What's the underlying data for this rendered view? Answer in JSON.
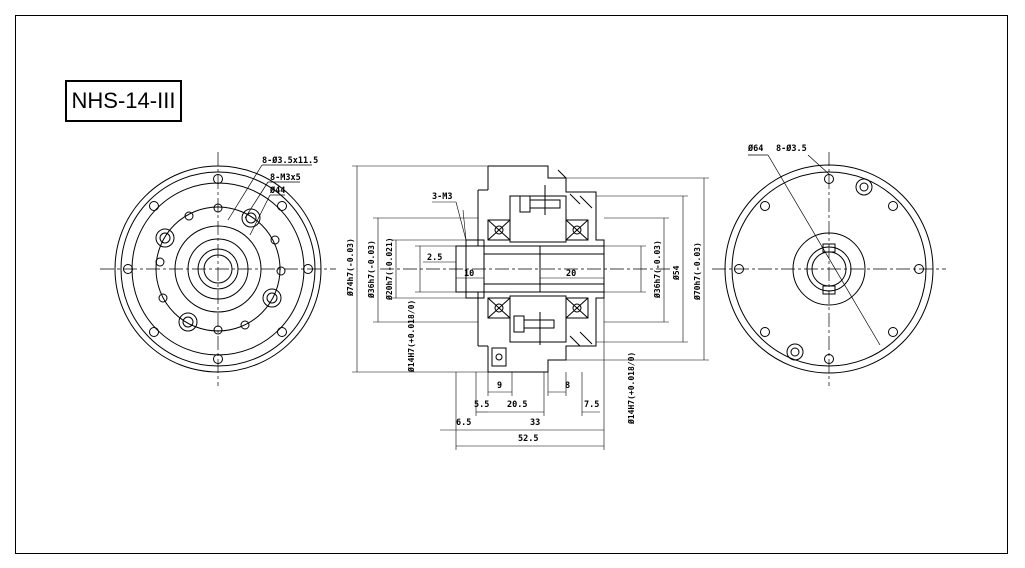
{
  "title": "NHS-14-III",
  "colors": {
    "line": "#000000",
    "background": "#ffffff"
  },
  "left_view": {
    "callouts": [
      "8-Ø3.5x11.5",
      "8-M3x5",
      "Ø44"
    ]
  },
  "right_view": {
    "callouts": [
      "Ø64",
      "8-Ø3.5"
    ]
  },
  "section_view": {
    "callout_thread": "3-M3",
    "dims_vertical_left": [
      "Ø74h7(-0.03)",
      "Ø36h7(-0.03)",
      "Ø20h7(-0.021)",
      "Ø14H7(+0.018/0)"
    ],
    "dims_vertical_right": [
      "Ø36h7(-0.03)",
      "Ø54",
      "Ø70h7(-0.03)",
      "Ø14H7(+0.018/0)"
    ],
    "dims_inner": [
      "2.5",
      "10",
      "20"
    ],
    "dims_bottom": [
      "9",
      "8",
      "5.5",
      "20.5",
      "7.5",
      "6.5",
      "33",
      "52.5"
    ]
  }
}
